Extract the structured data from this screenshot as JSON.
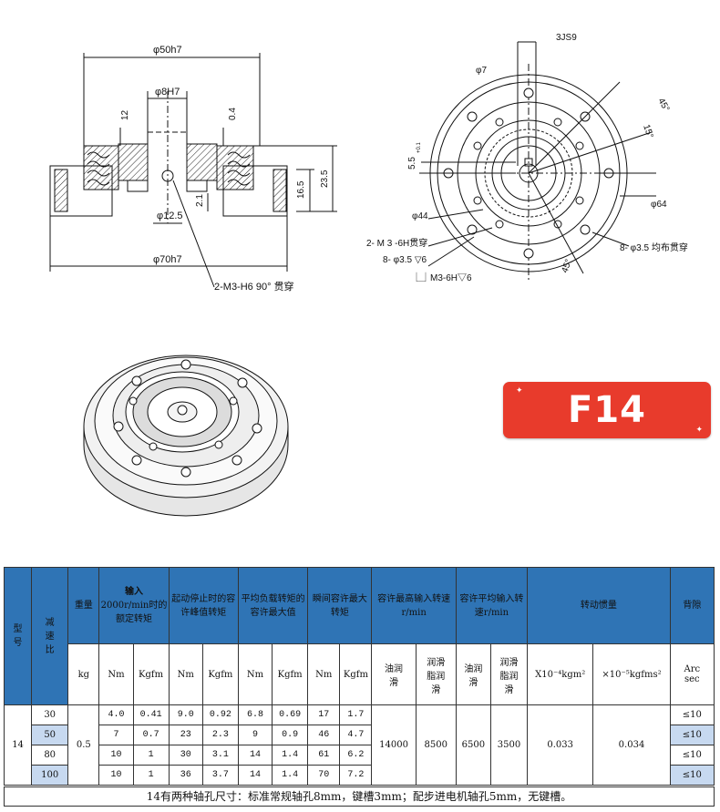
{
  "drawing": {
    "side_view": {
      "dim_outer": "φ50h7",
      "dim_bore": "φ8H7",
      "dim_12": "12",
      "dim_04": "0.4",
      "dim_21": "2.1",
      "dim_125": "φ12.5",
      "dim_165": "16.5",
      "dim_235": "23.5",
      "dim_70": "φ70h7",
      "callout": "2-M3-H6 90° 贯穿"
    },
    "front_view": {
      "dim_3js9": "3JS9",
      "dim_7": "φ7",
      "dim_45a": "45°",
      "dim_15": "15°",
      "dim_55": "5.5",
      "dim_55_tol": "+0.1",
      "dim_44": "φ44",
      "dim_64": "φ64",
      "callout_m3": "2- M 3 -6H贯穿",
      "callout_35a": "8- φ3.5 ▽6",
      "callout_m36": "⎿⏌M3-6H▽6",
      "callout_35b": "8- φ3.5 均布贯穿",
      "dim_45b": "45°"
    }
  },
  "badge": {
    "label": "F14"
  },
  "table": {
    "headers": {
      "model": "型号",
      "ratio": "减速比",
      "weight": "重量",
      "input": "输入",
      "rated_torque": "2000r/min时的额定转矩",
      "peak_torque": "起动停止时的容许峰值转矩",
      "avg_torque": "平均负载转矩的容许最大值",
      "instant_torque": "瞬间容许最大转矩",
      "max_speed": "容许最高输入转速r/min",
      "avg_speed": "容许平均输入转速r/min",
      "inertia": "转动惯量",
      "backlash": "背隙"
    },
    "units": {
      "kg": "kg",
      "nm": "Nm",
      "kgfm": "Kgfm",
      "oil": "油润滑",
      "grease": "润滑脂润滑",
      "inertia1": "X10⁻⁴kgm²",
      "inertia2": "×10⁻⁵kgfms²",
      "arcsec": "Arc sec"
    },
    "model": "14",
    "weight": "0.5",
    "max_speed_oil": "14000",
    "max_speed_grease": "8500",
    "avg_speed_oil": "6500",
    "avg_speed_grease": "3500",
    "inertia1": "0.033",
    "inertia2": "0.034",
    "rows": [
      {
        "ratio": "30",
        "rated_nm": "4.0",
        "rated_kgfm": "0.41",
        "peak_nm": "9.0",
        "peak_kgfm": "0.92",
        "avg_nm": "6.8",
        "avg_kgfm": "0.69",
        "inst_nm": "17",
        "inst_kgfm": "1.7",
        "backlash": "≤10"
      },
      {
        "ratio": "50",
        "rated_nm": "7",
        "rated_kgfm": "0.7",
        "peak_nm": "23",
        "peak_kgfm": "2.3",
        "avg_nm": "9",
        "avg_kgfm": "0.9",
        "inst_nm": "46",
        "inst_kgfm": "4.7",
        "backlash": "≤10"
      },
      {
        "ratio": "80",
        "rated_nm": "10",
        "rated_kgfm": "1",
        "peak_nm": "30",
        "peak_kgfm": "3.1",
        "avg_nm": "14",
        "avg_kgfm": "1.4",
        "inst_nm": "61",
        "inst_kgfm": "6.2",
        "backlash": "≤10"
      },
      {
        "ratio": "100",
        "rated_nm": "10",
        "rated_kgfm": "1",
        "peak_nm": "36",
        "peak_kgfm": "3.7",
        "avg_nm": "14",
        "avg_kgfm": "1.4",
        "inst_nm": "70",
        "inst_kgfm": "7.2",
        "backlash": "≤10"
      }
    ],
    "note": "14有两种轴孔尺寸：标准常规轴孔8mm，键槽3mm；配步进电机轴孔5mm，无键槽。"
  }
}
